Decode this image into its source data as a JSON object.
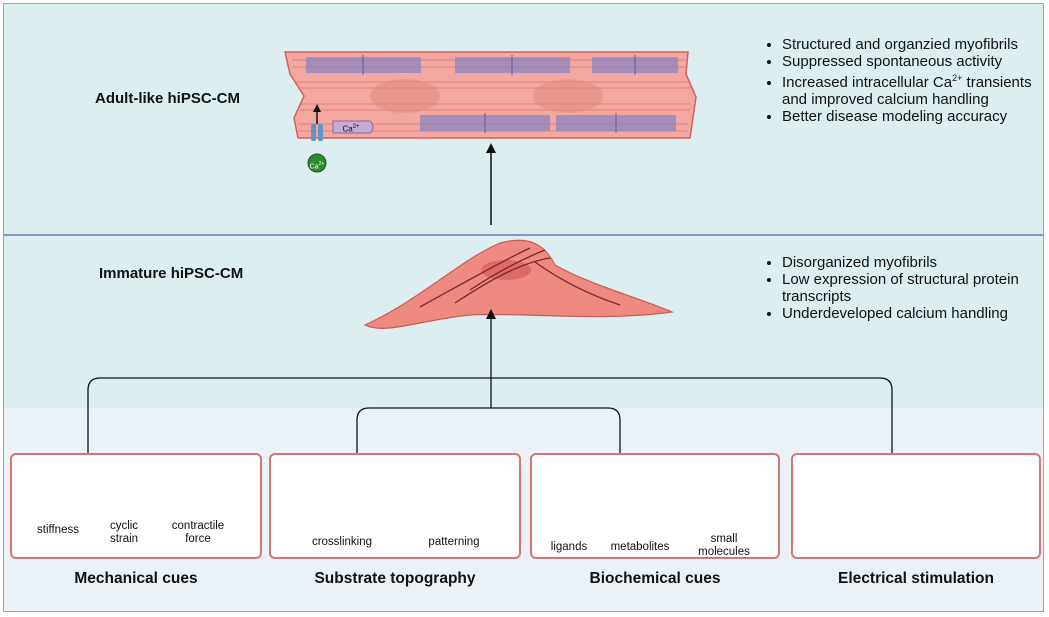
{
  "adult": {
    "label": "Adult-like hiPSC-CM",
    "bullets": [
      "Structured and organzied myofibrils",
      "Suppressed spontaneous activity",
      "Increased intracellular Ca",
      "transients and improved calcium handling",
      "Better disease modeling accuracy"
    ],
    "ca_superscript": "2+",
    "channel_label": "Ca",
    "channel_sup": "2+",
    "pump_label": "Ca",
    "pump_sup": "2+"
  },
  "immature": {
    "label": "Immature hiPSC-CM",
    "bullets": [
      "Disorganized myofibrils",
      "Low expression of structural protein transcripts",
      "Underdeveloped calcium handling"
    ]
  },
  "cues": [
    {
      "title": "Mechanical cues",
      "items": [
        "stiffness",
        "cyclic strain",
        "contractile force"
      ]
    },
    {
      "title": "Substrate topography",
      "items": [
        "crosslinking",
        "patterning"
      ]
    },
    {
      "title": "Biochemical cues",
      "items": [
        "ligands",
        "metabolites",
        "small molecules"
      ]
    },
    {
      "title": "Electrical stimulation",
      "items": []
    }
  ],
  "colors": {
    "card_border": "#d47676",
    "cell": "#ef8a80",
    "band": "#dceef0",
    "divider": "#7f9cbf",
    "bolt": "#f28c18"
  }
}
